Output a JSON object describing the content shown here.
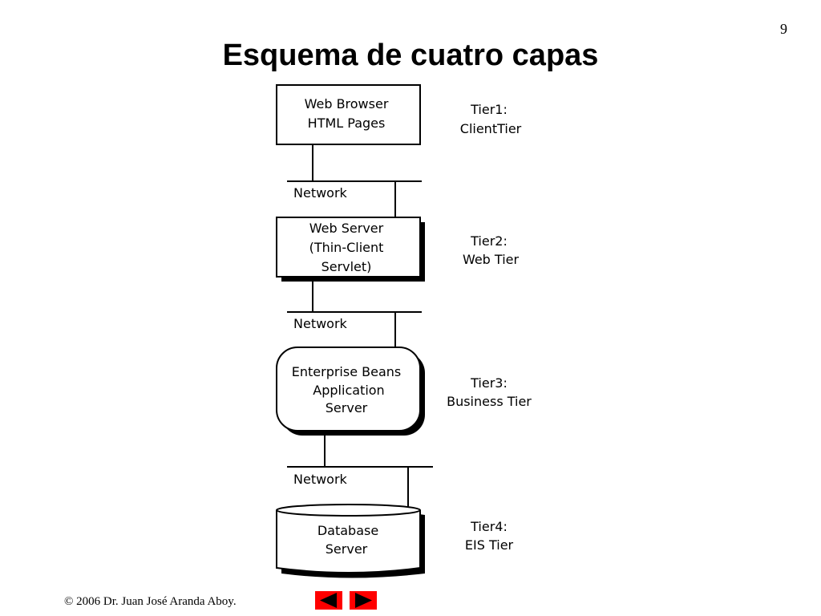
{
  "page_number": "9",
  "title": "Esquema de cuatro capas",
  "footer": "© 2006 Dr. Juan José Aranda Aboy.",
  "tiers": [
    {
      "box_lines": [
        "Web Browser",
        "HTML Pages"
      ],
      "label_lines": [
        "Tier1:",
        "ClientTier"
      ]
    },
    {
      "box_lines": [
        "Web Server",
        "(Thin-Client",
        "Servlet)"
      ],
      "label_lines": [
        "Tier2:",
        "Web Tier"
      ]
    },
    {
      "box_lines": [
        "Enterprise Beans",
        "Application",
        "Server"
      ],
      "label_lines": [
        "Tier3:",
        "Business Tier"
      ]
    },
    {
      "box_lines": [
        "Database",
        "Server"
      ],
      "label_lines": [
        "Tier4:",
        "EIS Tier"
      ]
    }
  ],
  "networks": [
    "Network",
    "Network",
    "Network"
  ],
  "nav": {
    "prev_icon": "triangle-left-icon",
    "next_icon": "triangle-right-icon",
    "color": "#ff0000"
  }
}
